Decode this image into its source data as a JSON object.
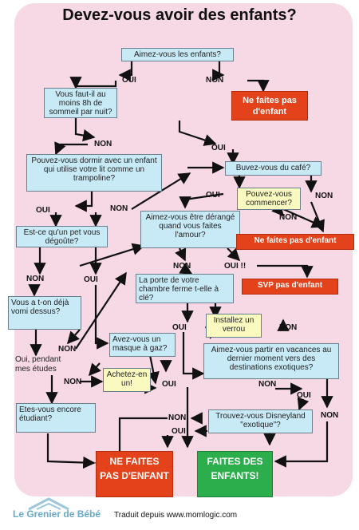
{
  "title": "Devez-vous avoir des enfants?",
  "nodes": {
    "n1": "Aimez-vous les enfants?",
    "n2": "Vous faut-il au moins 8h de sommeil par nuit?",
    "n3": "Ne faites pas d'enfant",
    "n4": "Pouvez-vous dormir avec un enfant qui utilise votre lit comme un trampoline?",
    "n5": "Buvez-vous du café?",
    "n6": "Pouvez-vous commencer?",
    "n7": "Aimez-vous être dérangé quand vous faites l'amour?",
    "n8": "Ne faites pas d'enfant",
    "n9": "Est-ce qu'un pet vous dégoûte?",
    "n10": "SVP pas d'enfant",
    "n11": "La porte de votre chambre ferme t-elle à clé?",
    "n12": "Vous a t-on déjà vomi dessus?",
    "n13": "Installez un verrou",
    "n14": "Avez-vous un masque à gaz?",
    "n15": "Aimez-vous partir en vacances au dernier moment vers des destinations exotiques?",
    "n16": "Achetez-en un!",
    "n17": "Etes-vous encore étudiant?",
    "n18": "Trouvez-vous Disneyland \"exotique\"?",
    "n19": "NE FAITES PAS D'ENFANT",
    "n20": "FAITES DES ENFANTS!"
  },
  "labels": {
    "oui": "OUI",
    "non": "NON",
    "oui_bang": "OUI !!",
    "oui_pendant": "Oui, pendant mes études"
  },
  "footer": {
    "logo": "Le Grenier de Bébé",
    "credit": "Traduit depuis www.momlogic.com"
  },
  "colors": {
    "background": "#f6d9e5",
    "question": "#c8eaf6",
    "action": "#fafac0",
    "stop": "#e3421b",
    "go": "#2cae4d"
  }
}
